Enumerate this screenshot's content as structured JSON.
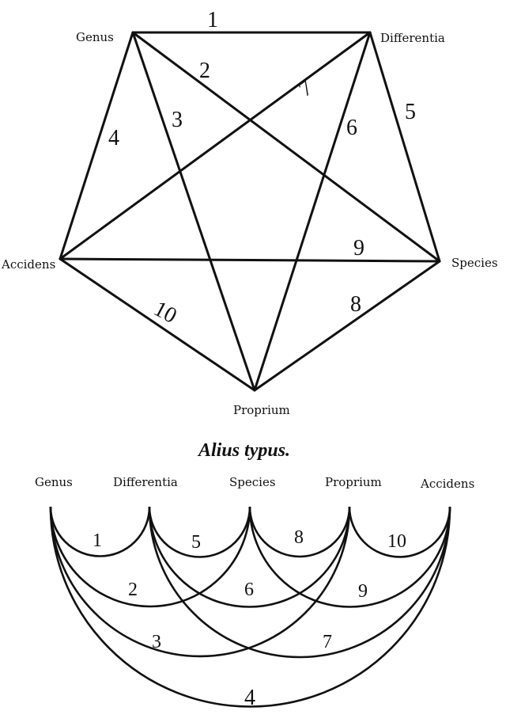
{
  "pentagon": {
    "nodes": {
      "genus": "Genus",
      "differentia": "Differentia",
      "species": "Species",
      "proprium": "Proprium",
      "accidens": "Accidens"
    },
    "edges": {
      "e1": "1",
      "e2": "2",
      "e3": "3",
      "e4": "4",
      "e5": "5",
      "e6": "6",
      "e7": "7",
      "e8": "8",
      "e9": "9",
      "e10": "10"
    }
  },
  "caption": "Alius typus.",
  "arcs": {
    "nodes": {
      "genus": "Genus",
      "differentia": "Differentia",
      "species": "Species",
      "proprium": "Proprium",
      "accidens": "Accidens"
    },
    "labels": {
      "a1": "1",
      "a2": "2",
      "a3": "3",
      "a4": "4",
      "a5": "5",
      "a6": "6",
      "a7": "7",
      "a8": "8",
      "a9": "9",
      "a10": "10"
    }
  }
}
